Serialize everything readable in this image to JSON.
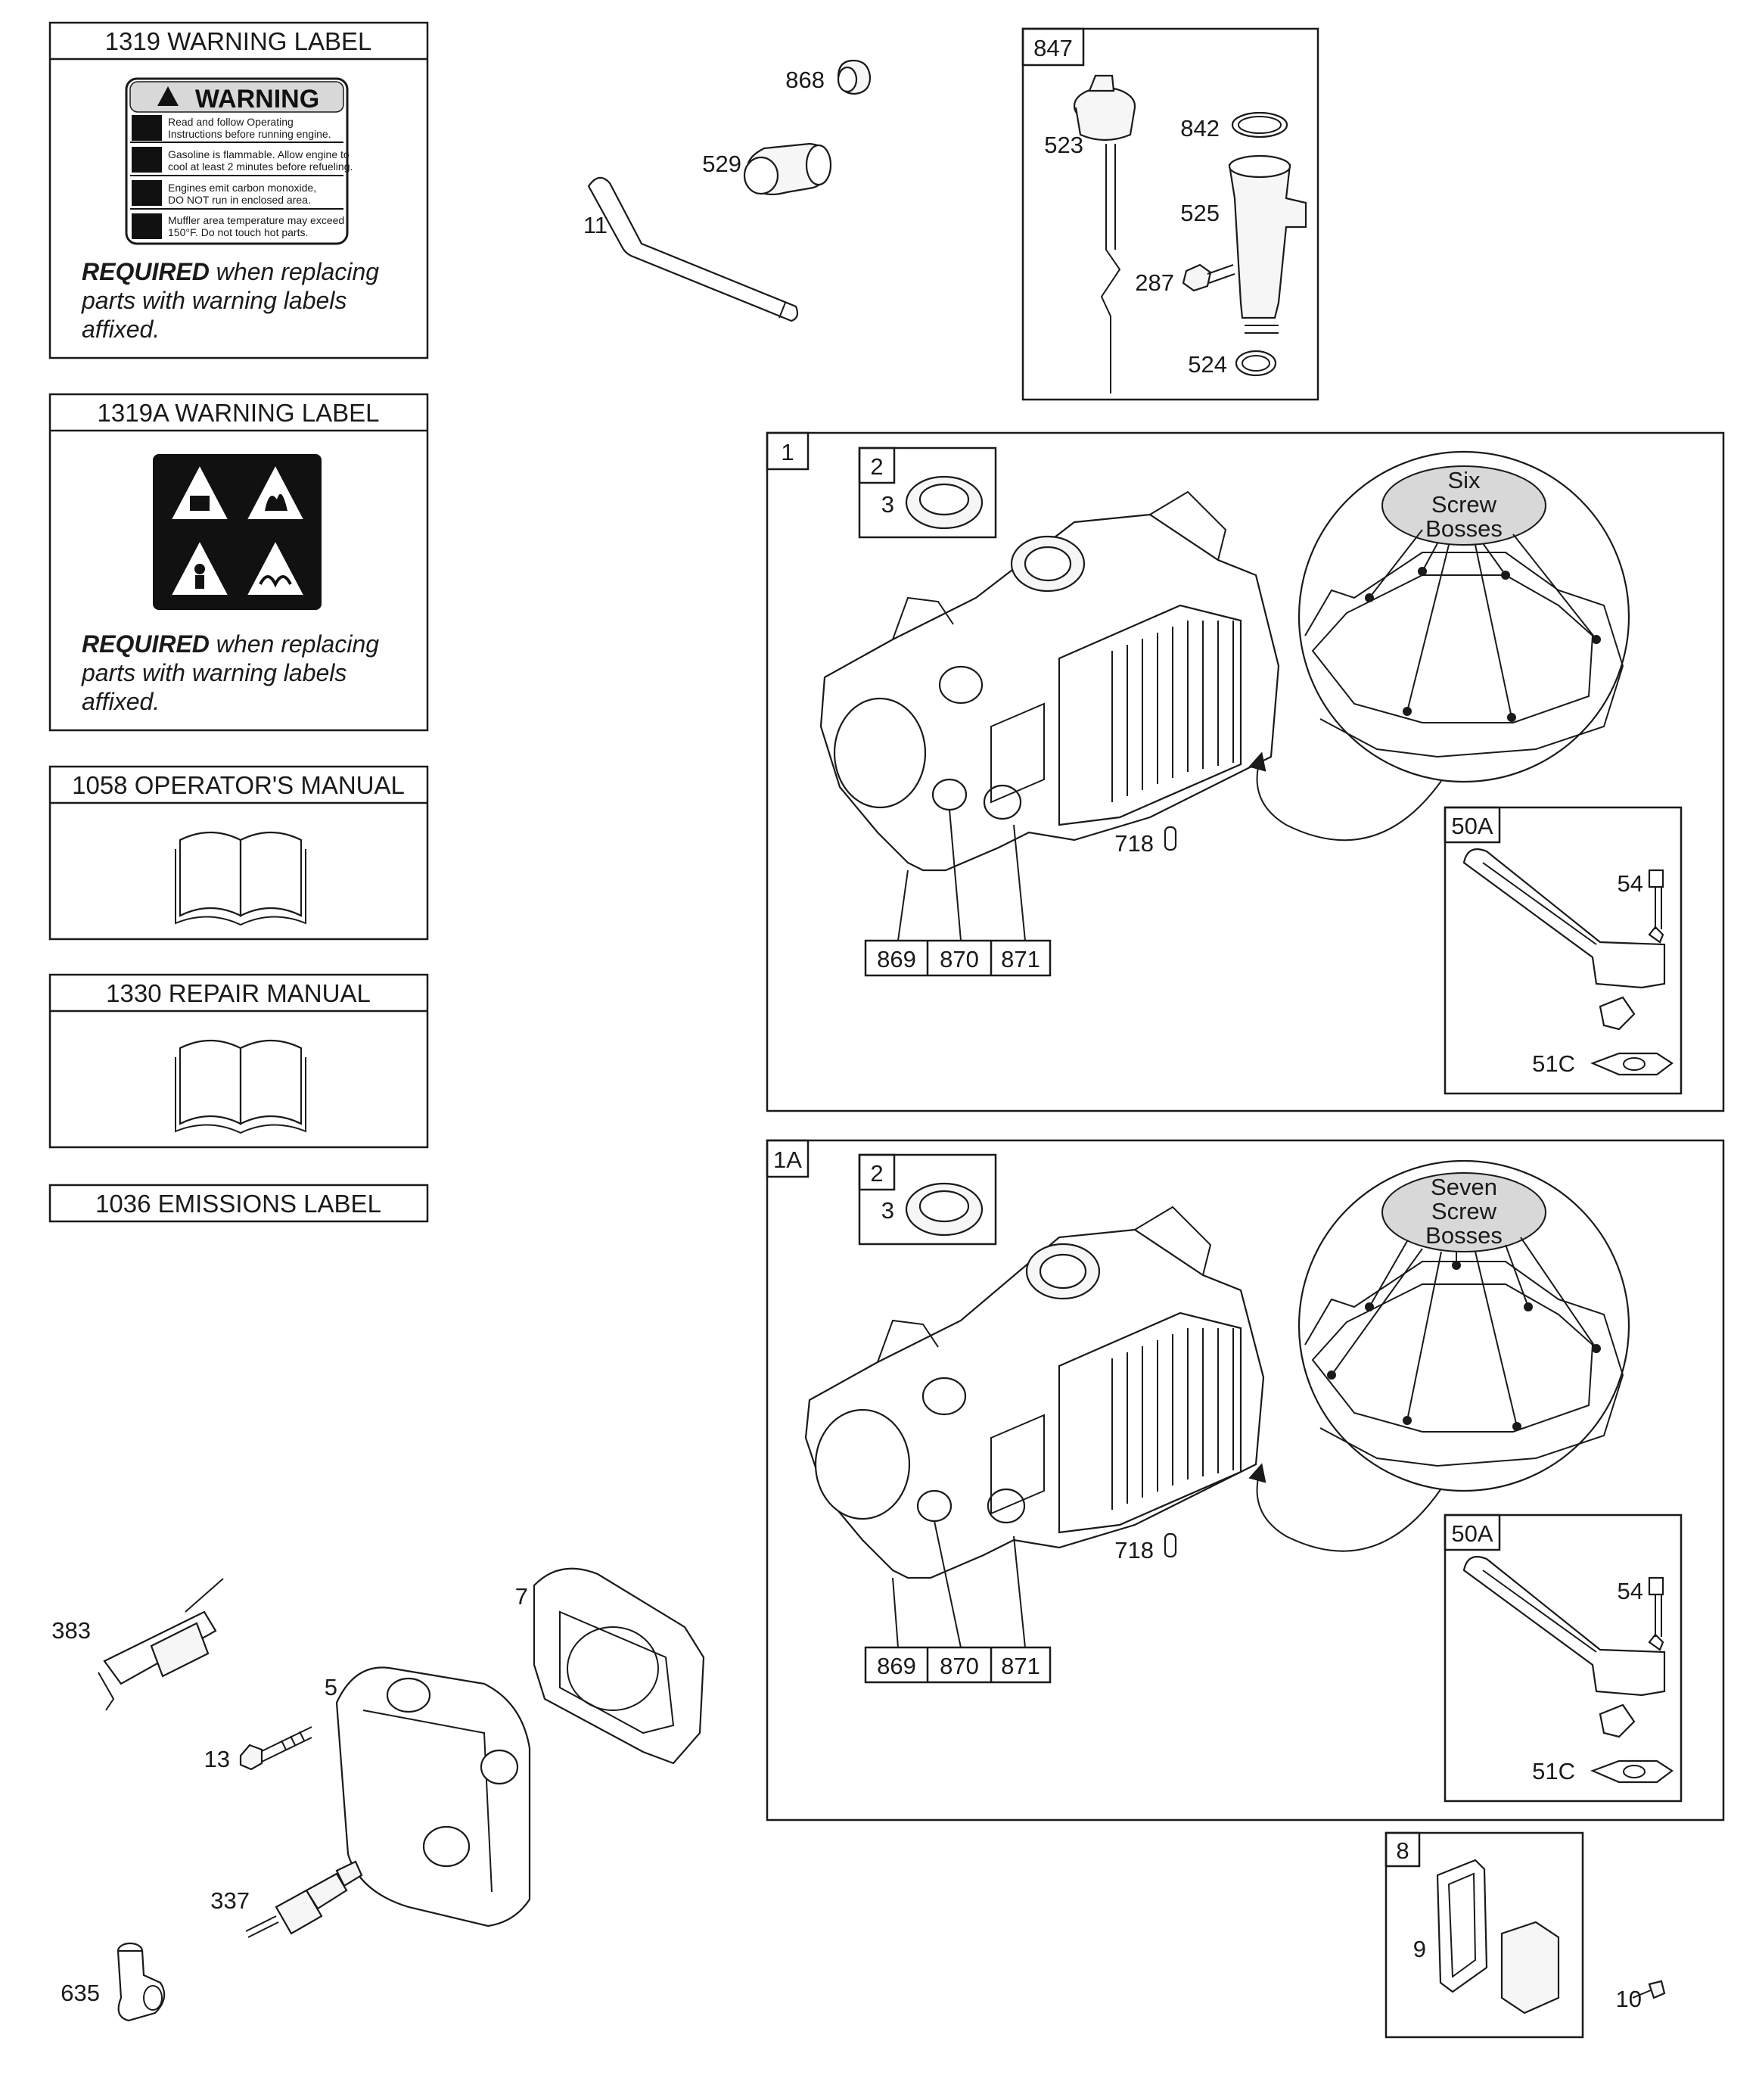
{
  "labels": {
    "l1319": {
      "title": "1319 WARNING LABEL",
      "req_bold": "REQUIRED",
      "req_line1": " when replacing",
      "req_line2": "parts with warning labels",
      "req_line3": "affixed."
    },
    "l1319a": {
      "title": "1319A WARNING LABEL",
      "req_bold": "REQUIRED",
      "req_line1": " when replacing",
      "req_line2": "parts with warning labels",
      "req_line3": "affixed."
    },
    "l1058": {
      "title": "1058 OPERATOR'S MANUAL"
    },
    "l1330": {
      "title": "1330 REPAIR MANUAL"
    },
    "l1036": {
      "title": "1036 EMISSIONS LABEL"
    }
  },
  "warning_decal": {
    "heading": "WARNING",
    "lines": [
      "Read and follow Operating",
      "Instructions before running engine.",
      "Gasoline is flammable. Allow engine to",
      "cool at least 2 minutes before refueling.",
      "Engines emit carbon monoxide,",
      "DO NOT run in enclosed area.",
      "Muffler area temperature may exceed",
      "150°F.  Do not touch hot parts."
    ]
  },
  "callouts": {
    "p868": "868",
    "p529": "529",
    "p11": "11",
    "p847": "847",
    "p523": "523",
    "p842": "842",
    "p525": "525",
    "p287": "287",
    "p524": "524",
    "p1": "1",
    "p1a": "1A",
    "p2": "2",
    "p3": "3",
    "p718": "718",
    "p869": "869",
    "p870": "870",
    "p871": "871",
    "p50a": "50A",
    "p54": "54",
    "p51c": "51C",
    "p383": "383",
    "p7": "7",
    "p5": "5",
    "p13": "13",
    "p337": "337",
    "p635": "635",
    "p8": "8",
    "p9": "9",
    "p10": "10"
  },
  "bubbles": {
    "six": [
      "Six",
      "Screw",
      "Bosses"
    ],
    "seven": [
      "Seven",
      "Screw",
      "Bosses"
    ]
  },
  "colors": {
    "line": "#1a1a1a",
    "bubble_fill": "#d8d8d8",
    "decal_fill": "#111111"
  }
}
